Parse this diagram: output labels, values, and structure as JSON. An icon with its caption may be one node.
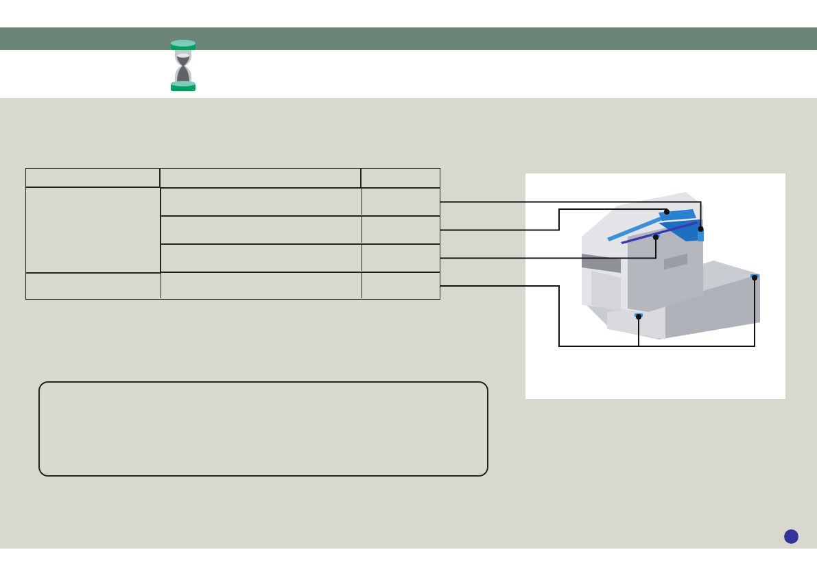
{
  "diagram": {
    "nodes": [
      {
        "text": [],
        "shape": "box"
      },
      {
        "text": [],
        "shape": "box"
      },
      {
        "text": [],
        "shape": "box"
      },
      {
        "text": [],
        "shape": "box"
      },
      {
        "text": [],
        "shape": "picture"
      },
      {
        "text": [],
        "shape": "bar",
        "in": 4
      },
      {
        "text": [],
        "shape": "bar",
        "in": 4
      },
      {
        "text": [],
        "shape": "bar",
        "in": 4
      },
      {
        "text": [],
        "shape": "bar",
        "in": 4
      },
      {
        "text": [],
        "shape": "bar",
        "in": 4
      },
      {
        "text": [],
        "shape": "box"
      }
    ],
    "edges": [
      {
        "from": 0,
        "to": 8,
        "arrow": "other"
      },
      {
        "from": 1,
        "to": 7,
        "arrow": "other"
      },
      {
        "from": 2,
        "to": 6,
        "arrow": "other"
      },
      {
        "from": 3,
        "to": 5,
        "arrow": "other"
      },
      {
        "from": 3,
        "to": 9,
        "arrow": "other"
      }
    ]
  }
}
